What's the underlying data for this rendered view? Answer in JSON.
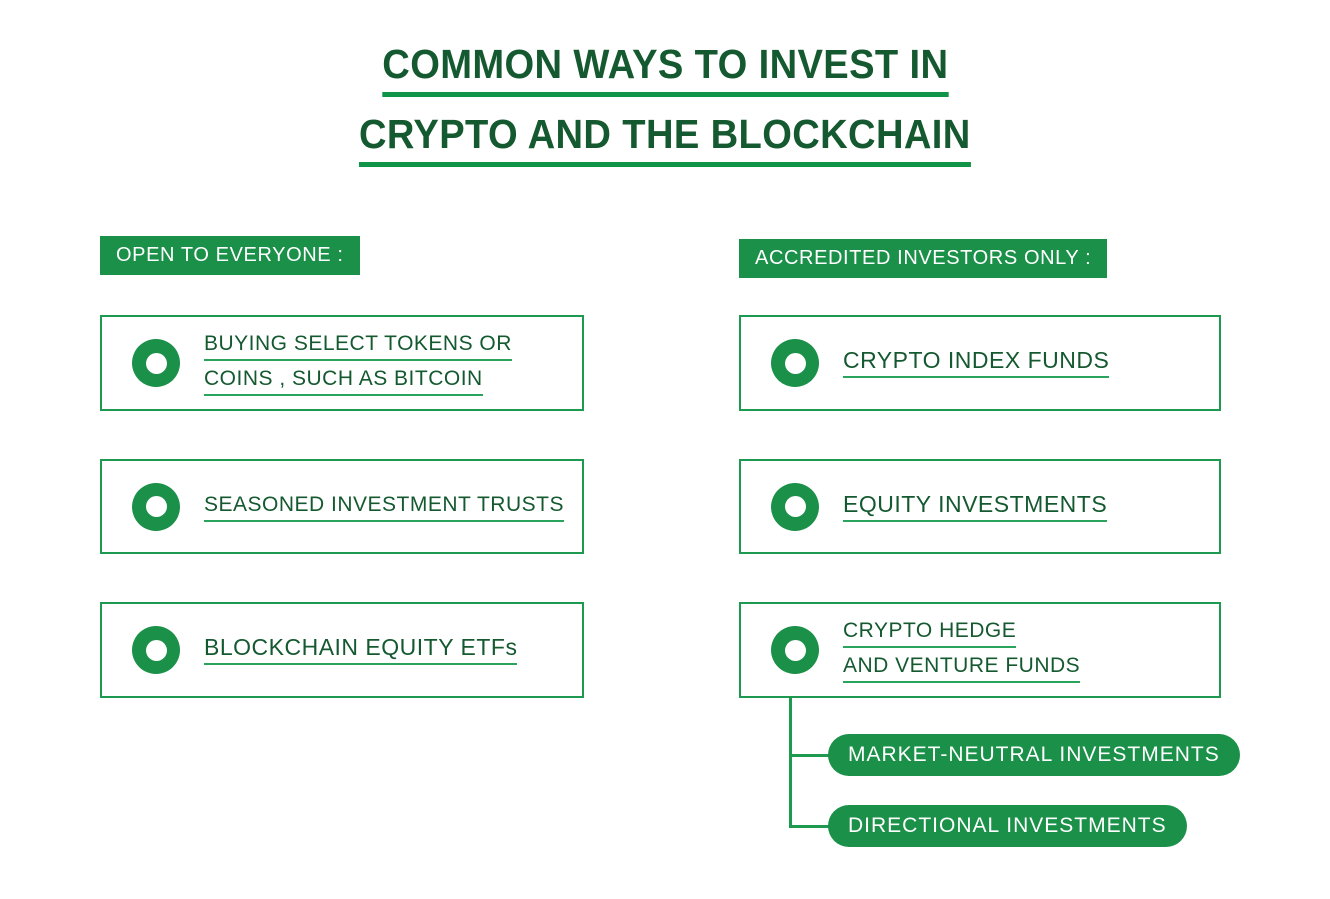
{
  "title": {
    "line1": "COMMON WAYS TO INVEST IN",
    "line2": "CRYPTO AND THE BLOCKCHAIN"
  },
  "columns": [
    {
      "banner": "OPEN TO EVERYONE :",
      "cards": [
        {
          "lines": [
            "BUYING SELECT TOKENS OR",
            "COINS , SUCH AS BITCOIN"
          ]
        },
        {
          "lines": [
            "SEASONED INVESTMENT TRUSTS"
          ]
        },
        {
          "lines": [
            "BLOCKCHAIN EQUITY ETFs"
          ]
        }
      ]
    },
    {
      "banner": "ACCREDITED INVESTORS ONLY :",
      "cards": [
        {
          "lines": [
            "CRYPTO INDEX FUNDS"
          ]
        },
        {
          "lines": [
            "EQUITY INVESTMENTS"
          ]
        },
        {
          "lines": [
            "CRYPTO HEDGE",
            "AND VENTURE FUNDS"
          ]
        }
      ]
    }
  ],
  "branches": [
    "MARKET-NEUTRAL INVESTMENTS",
    "DIRECTIONAL INVESTMENTS"
  ],
  "colors": {
    "title_text": "#14592f",
    "title_underline": "#109448",
    "banner_background": "#1a9049",
    "card_border": "#1e9950",
    "label_text": "#14592f",
    "label_underline": "#2aa35c",
    "ring": "#1a9049",
    "pill_background": "#1a9049",
    "pill_text": "#ffffff",
    "page_background": "#ffffff"
  },
  "icons": {
    "ring": "ring-icon"
  }
}
